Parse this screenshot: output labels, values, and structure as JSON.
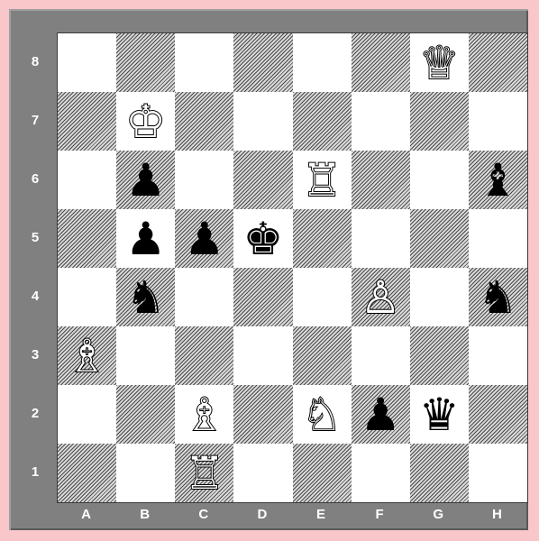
{
  "board": {
    "files": [
      "A",
      "B",
      "C",
      "D",
      "E",
      "F",
      "G",
      "H"
    ],
    "ranks": [
      "8",
      "7",
      "6",
      "5",
      "4",
      "3",
      "2",
      "1"
    ],
    "pieces": [
      {
        "square": "g8",
        "color": "white",
        "type": "queen"
      },
      {
        "square": "b7",
        "color": "white",
        "type": "king"
      },
      {
        "square": "b6",
        "color": "black",
        "type": "pawn"
      },
      {
        "square": "e6",
        "color": "white",
        "type": "rook"
      },
      {
        "square": "h6",
        "color": "black",
        "type": "bishop"
      },
      {
        "square": "b5",
        "color": "black",
        "type": "pawn"
      },
      {
        "square": "c5",
        "color": "black",
        "type": "pawn"
      },
      {
        "square": "d5",
        "color": "black",
        "type": "king"
      },
      {
        "square": "b4",
        "color": "black",
        "type": "knight"
      },
      {
        "square": "f4",
        "color": "white",
        "type": "pawn"
      },
      {
        "square": "h4",
        "color": "black",
        "type": "knight"
      },
      {
        "square": "a3",
        "color": "white",
        "type": "bishop"
      },
      {
        "square": "c2",
        "color": "white",
        "type": "bishop"
      },
      {
        "square": "e2",
        "color": "white",
        "type": "knight"
      },
      {
        "square": "f2",
        "color": "black",
        "type": "pawn"
      },
      {
        "square": "g2",
        "color": "black",
        "type": "queen"
      },
      {
        "square": "c1",
        "color": "white",
        "type": "rook"
      }
    ]
  },
  "colors": {
    "background": "#f9c6c9",
    "frame": "#808080",
    "light_square": "#ffffff",
    "dark_square_hatch": "#4a4a4a",
    "coordinate_text": "#ffffff"
  }
}
